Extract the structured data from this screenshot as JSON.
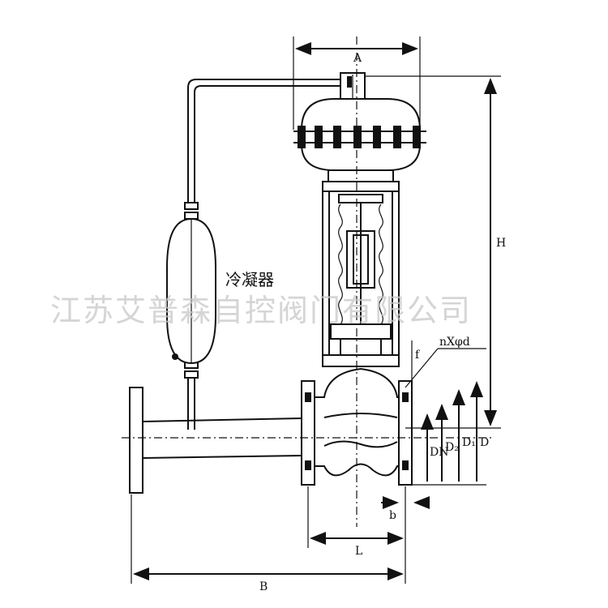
{
  "diagram": {
    "condenser_label": "冷凝器",
    "watermark": "江苏艾普森自控阀门有限公司",
    "dim_labels": {
      "A": "A",
      "H": "H",
      "L": "L",
      "B": "B",
      "f": "f",
      "b": "b",
      "DN": "DN",
      "D2": "D₂",
      "D1": "D₁",
      "D": "D",
      "bolt": "nXφd"
    }
  }
}
